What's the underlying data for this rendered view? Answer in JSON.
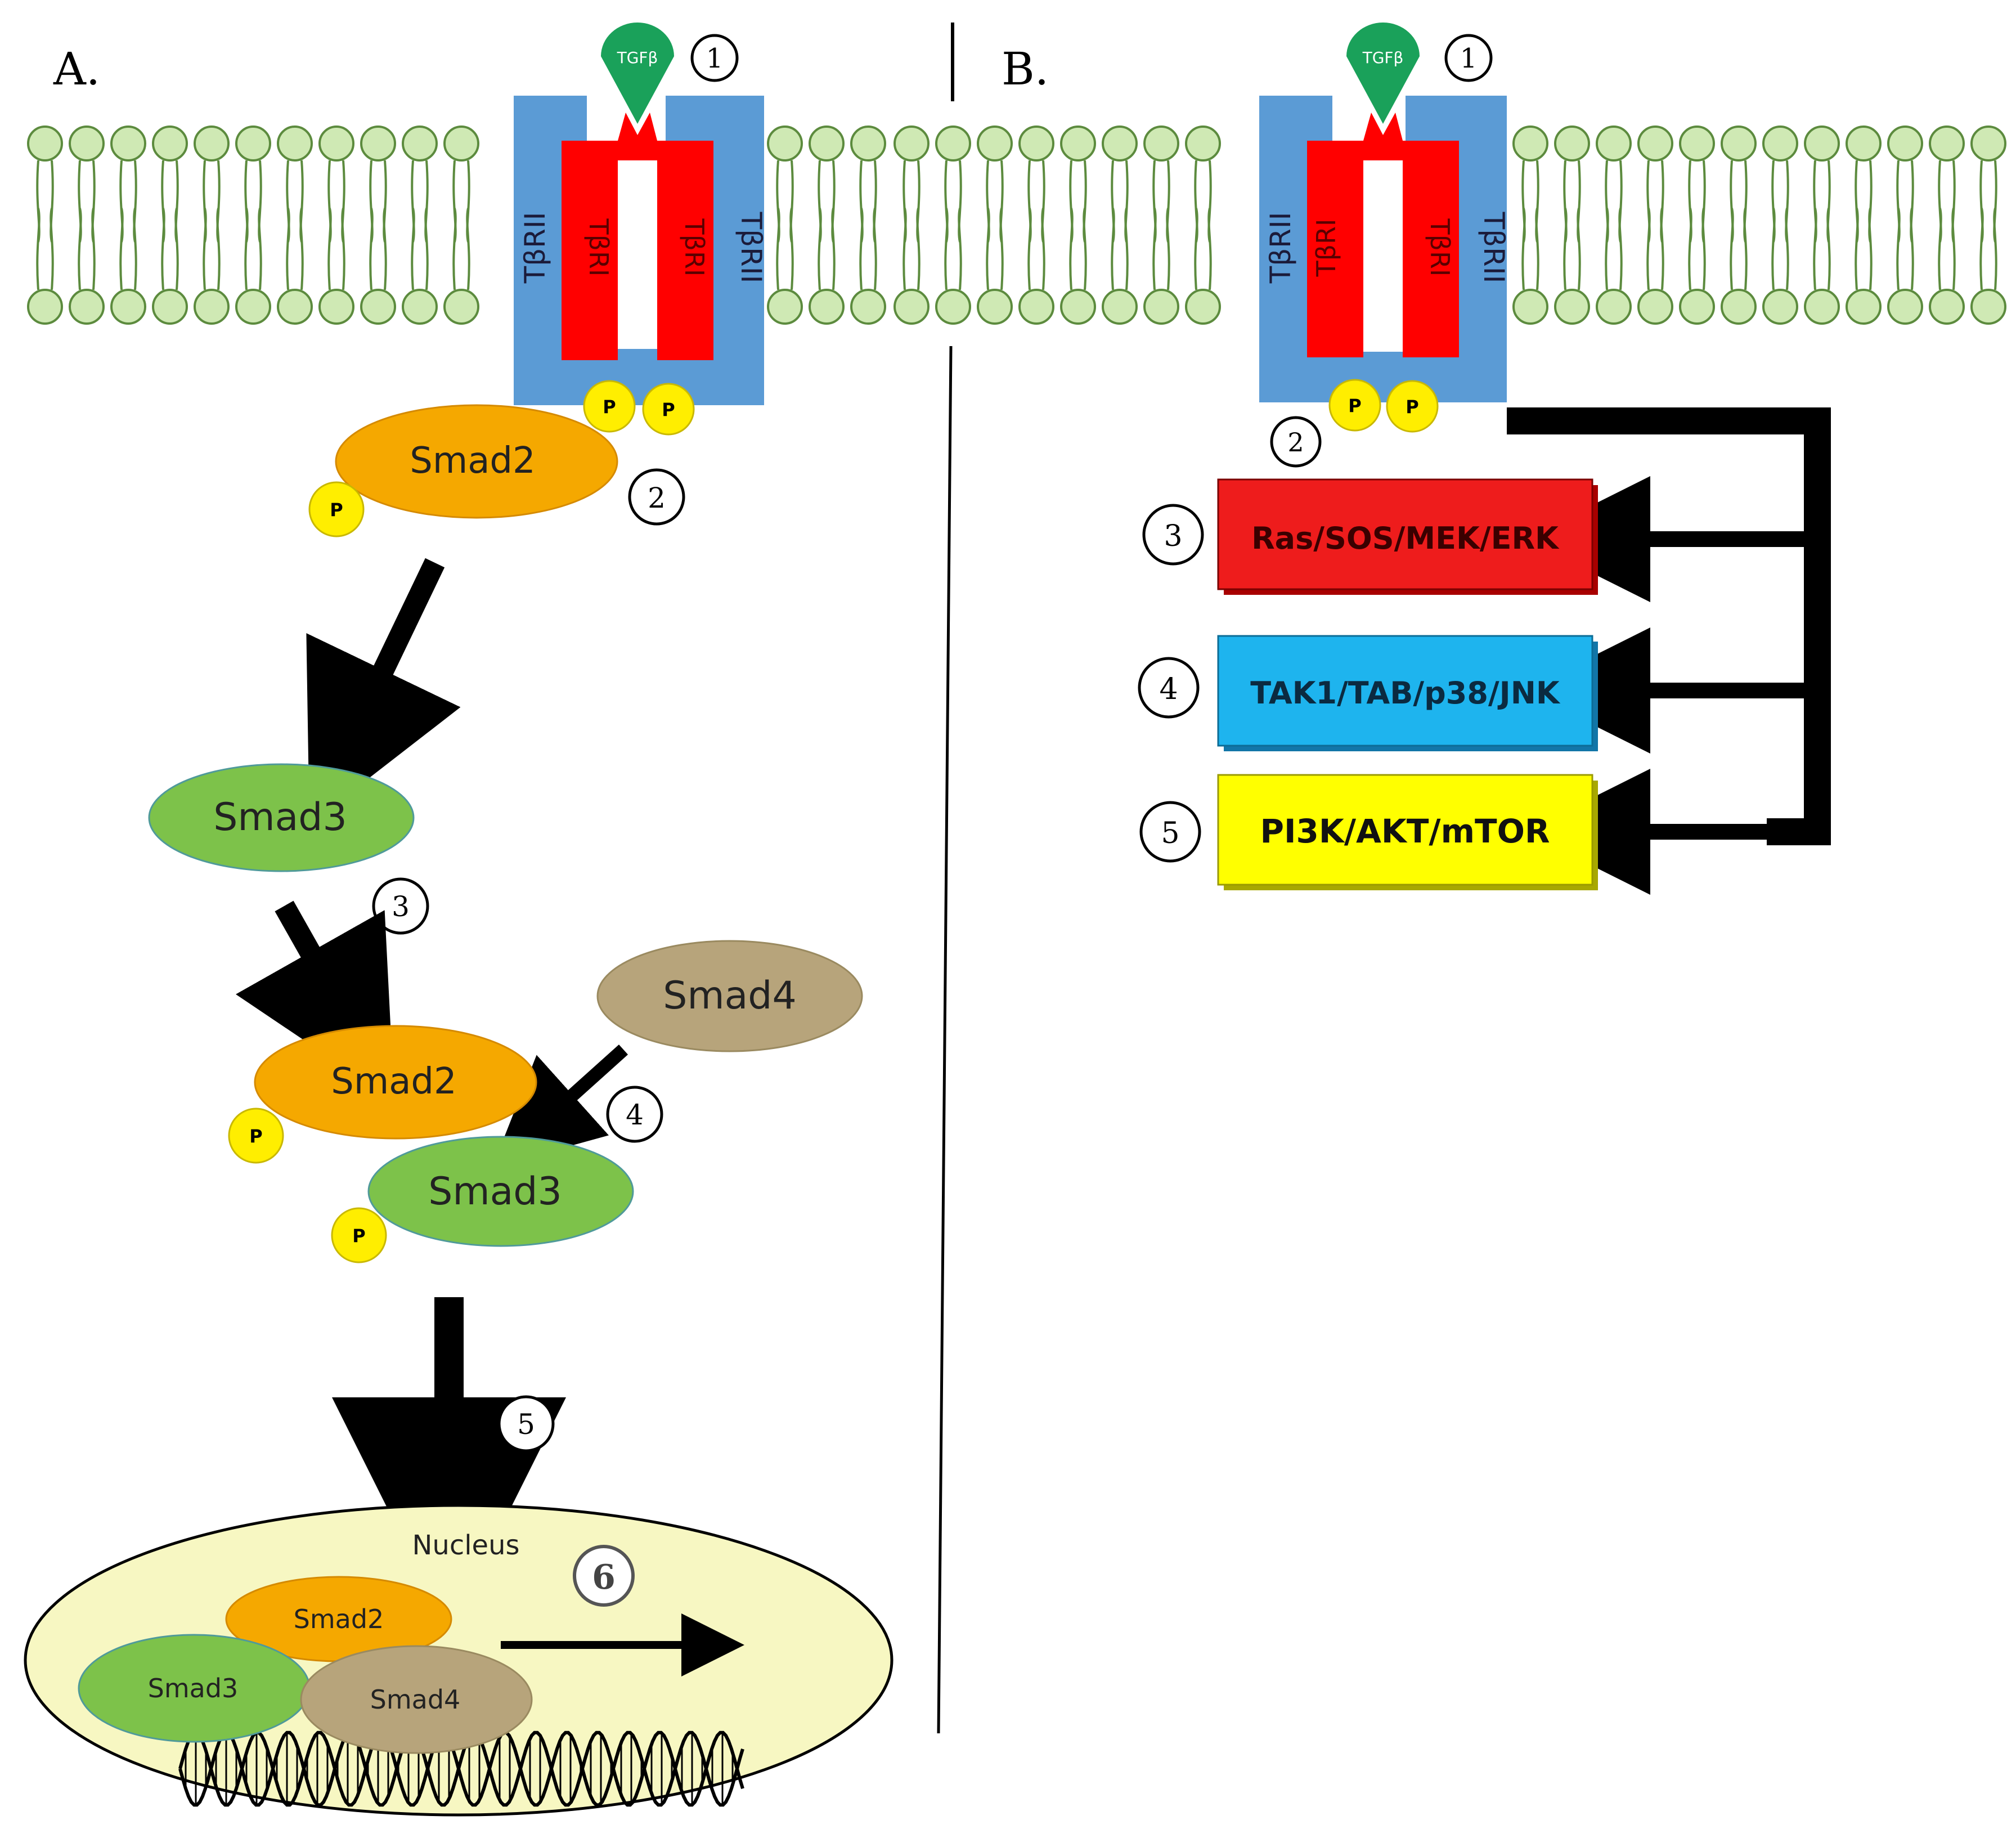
{
  "panel_a": {
    "label": "A.",
    "ligand": "TGFβ",
    "receptor_type2": "TβRII",
    "receptor_type1": "TβRI",
    "phospho": "P",
    "steps": [
      "1",
      "2",
      "3",
      "4",
      "5",
      "6"
    ],
    "smad2": "Smad2",
    "smad3": "Smad3",
    "smad4": "Smad4",
    "nucleus": "Nucleus"
  },
  "panel_b": {
    "label": "B.",
    "ligand": "TGFβ",
    "receptor_type2": "TβRII",
    "receptor_type1": "TβRI",
    "phospho": "P",
    "steps": [
      "1",
      "2",
      "3",
      "4",
      "5"
    ],
    "pathways": [
      {
        "label": "Ras/SOS/MEK/ERK",
        "color": "#ee1c1c"
      },
      {
        "label": "TAK1/TAB/p38/JNK",
        "color": "#1eb4ee"
      },
      {
        "label": "PI3K/AKT/mTOR",
        "color": "#ffff00"
      }
    ]
  },
  "colors": {
    "membrane_head": "#cfe9b4",
    "receptor_type2": "#5b9bd5",
    "receptor_type1": "#ff0000",
    "ligand": "#1aa15a",
    "phospho": "#ffee00",
    "smad2": "#f5a800",
    "smad3": "#7dc24a",
    "smad4": "#b7a47b",
    "nucleus": "#f7f7c2"
  }
}
